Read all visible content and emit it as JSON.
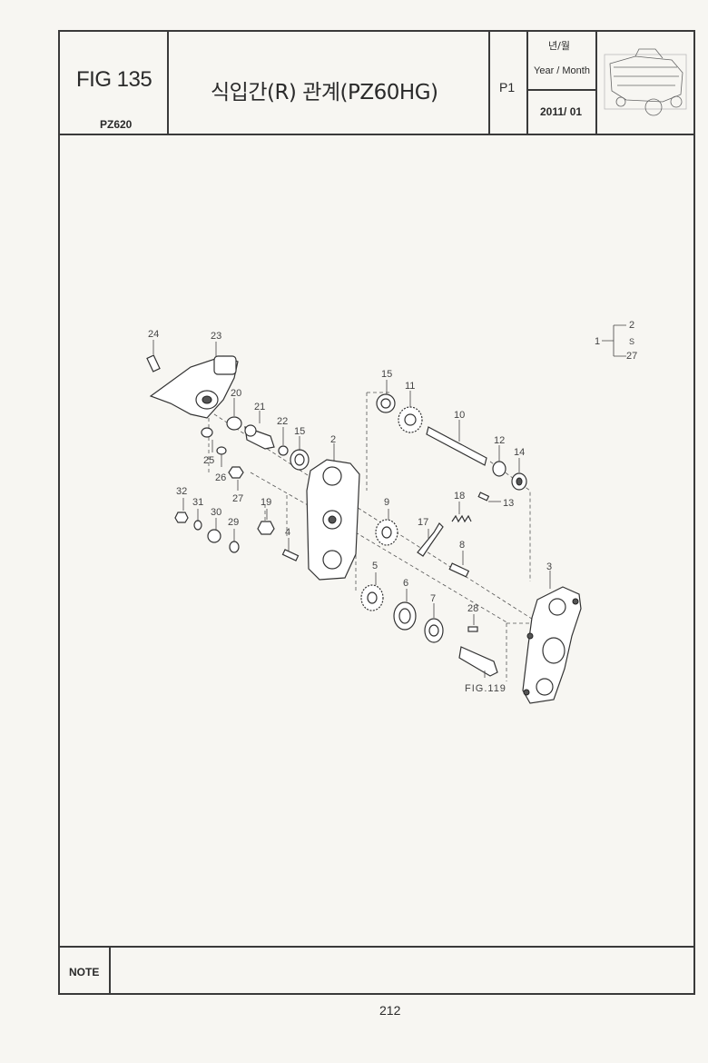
{
  "header": {
    "fig_no": "FIG 135",
    "model": "PZ620",
    "title": "식입간(R) 관계(PZ60HG)",
    "page_label": "P1",
    "year_month_ko": "년/월",
    "year_month_en": "Year / Month",
    "date": "2011/ 01",
    "thumbnail_icon": "transplanter-machine-thumbnail"
  },
  "assembly_note": {
    "root": "1",
    "from": "2",
    "separator": "S",
    "to": "27"
  },
  "parts": {
    "p2": "2",
    "p3": "3",
    "p4": "4",
    "p5": "5",
    "p6": "6",
    "p7": "7",
    "p8": "8",
    "p9": "9",
    "p10": "10",
    "p11": "11",
    "p12": "12",
    "p13": "13",
    "p14": "14",
    "p15a": "15",
    "p15b": "15",
    "p17": "17",
    "p18": "18",
    "p19": "19",
    "p20": "20",
    "p21": "21",
    "p22": "22",
    "p23": "23",
    "p24": "24",
    "p25": "25",
    "p26": "26",
    "p27": "27",
    "p28": "28",
    "p29": "29",
    "p30": "30",
    "p31": "31",
    "p32": "32"
  },
  "fig_reference": "FIG.119",
  "footer": {
    "note_label": "NOTE",
    "note_text": "",
    "page_number": "212"
  }
}
